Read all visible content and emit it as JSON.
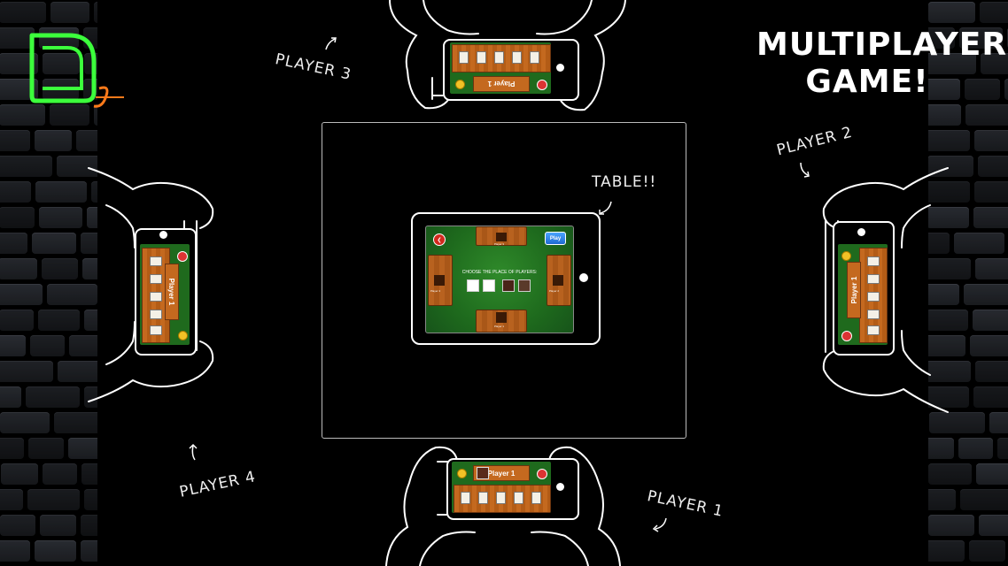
{
  "headline": [
    "MULTIPLAYER",
    "GAME!"
  ],
  "players": {
    "p1": "PLAYER 1",
    "p2": "PLAYER 2",
    "p3": "PLAYER 3",
    "p4": "PLAYER 4"
  },
  "table_label": "TABLE!!",
  "tablet_screen": {
    "instruction": "CHOOSE THE PLACE OF PLAYERS:",
    "play_button": "Play",
    "seat_labels": [
      "Player 1",
      "Player 2",
      "Player 3",
      "Player 4"
    ]
  },
  "phone_name": "Player 1",
  "colors": {
    "background": "#000000",
    "felt_green": "#1e6a1d",
    "wood": "#c4691f",
    "logo_neon_green": "#3cff3c",
    "logo_neon_orange": "#ff7a1a",
    "outline": "#ffffff"
  }
}
